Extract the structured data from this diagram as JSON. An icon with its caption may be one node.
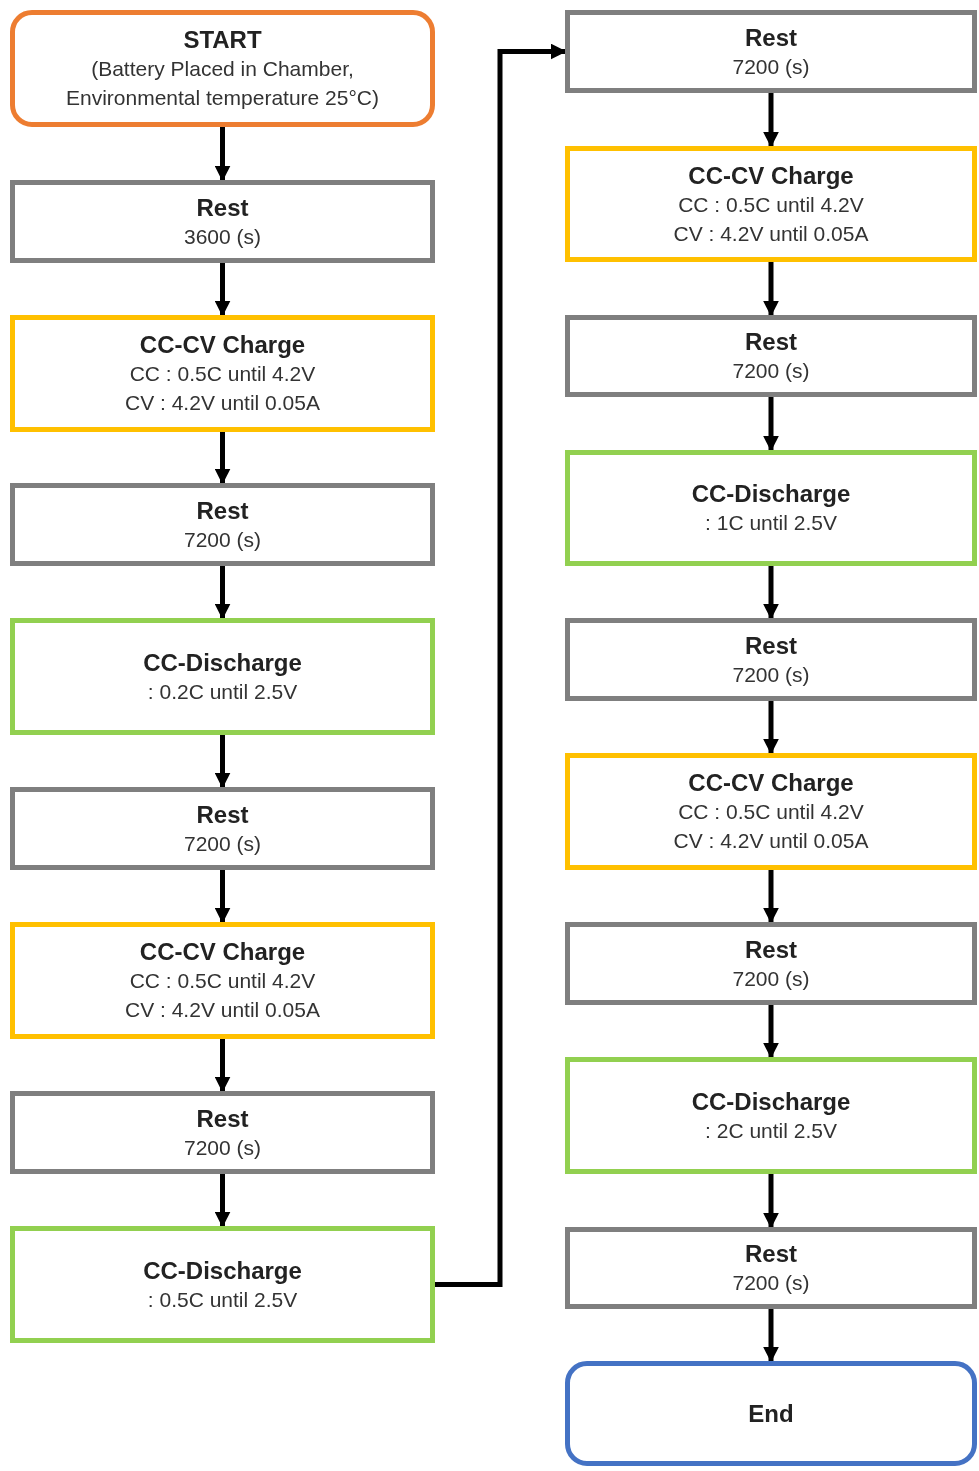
{
  "diagram": {
    "nodes": [
      {
        "text": [
          "START",
          "(Battery Placed in Chamber, Environmental temperature 25°C)"
        ]
      },
      {
        "text": [
          "Rest",
          "3600 (s)"
        ]
      },
      {
        "text": [
          "CC-CV Charge",
          "CC : 0.5C until 4.2V",
          "CV : 4.2V until 0.05A"
        ]
      },
      {
        "text": [
          "Rest",
          "7200 (s)"
        ]
      },
      {
        "text": [
          "CC-Discharge",
          ": 0.2C until 2.5V"
        ]
      },
      {
        "text": [
          "Rest",
          "7200 (s)"
        ]
      },
      {
        "text": [
          "CC-CV Charge",
          "CC : 0.5C until 4.2V",
          "CV : 4.2V until 0.05A"
        ]
      },
      {
        "text": [
          "Rest",
          "7200 (s)"
        ]
      },
      {
        "text": [
          "CC-Discharge",
          ": 0.5C until 2.5V"
        ]
      },
      {
        "text": [
          "Rest",
          "7200 (s)"
        ]
      },
      {
        "text": [
          "CC-CV Charge",
          "CC : 0.5C until 4.2V",
          "CV : 4.2V until 0.05A"
        ]
      },
      {
        "text": [
          "Rest",
          "7200 (s)"
        ]
      },
      {
        "text": [
          "CC-Discharge",
          ": 1C until 2.5V"
        ]
      },
      {
        "text": [
          "Rest",
          "7200 (s)"
        ]
      },
      {
        "text": [
          "CC-CV Charge",
          "CC : 0.5C until 4.2V",
          "CV : 4.2V until 0.05A"
        ]
      },
      {
        "text": [
          "Rest",
          "7200 (s)"
        ]
      },
      {
        "text": [
          "CC-Discharge",
          ": 2C until 2.5V"
        ]
      },
      {
        "text": [
          "Rest",
          "7200 (s)"
        ]
      },
      {
        "text": [
          "End"
        ]
      }
    ],
    "edges": [
      {
        "from": 0,
        "to": 1,
        "arrow": "to"
      },
      {
        "from": 1,
        "to": 2,
        "arrow": "to"
      },
      {
        "from": 2,
        "to": 3,
        "arrow": "to"
      },
      {
        "from": 3,
        "to": 4,
        "arrow": "to"
      },
      {
        "from": 4,
        "to": 5,
        "arrow": "to"
      },
      {
        "from": 5,
        "to": 6,
        "arrow": "to"
      },
      {
        "from": 6,
        "to": 7,
        "arrow": "to"
      },
      {
        "from": 7,
        "to": 8,
        "arrow": "to"
      },
      {
        "from": 8,
        "to": 9,
        "arrow": "to"
      },
      {
        "from": 9,
        "to": 10,
        "arrow": "to"
      },
      {
        "from": 10,
        "to": 11,
        "arrow": "to"
      },
      {
        "from": 11,
        "to": 12,
        "arrow": "to"
      },
      {
        "from": 12,
        "to": 13,
        "arrow": "to"
      },
      {
        "from": 13,
        "to": 14,
        "arrow": "to"
      },
      {
        "from": 14,
        "to": 15,
        "arrow": "to"
      },
      {
        "from": 15,
        "to": 16,
        "arrow": "to"
      },
      {
        "from": 16,
        "to": 17,
        "arrow": "to"
      },
      {
        "from": 17,
        "to": 18,
        "arrow": "to"
      }
    ]
  }
}
